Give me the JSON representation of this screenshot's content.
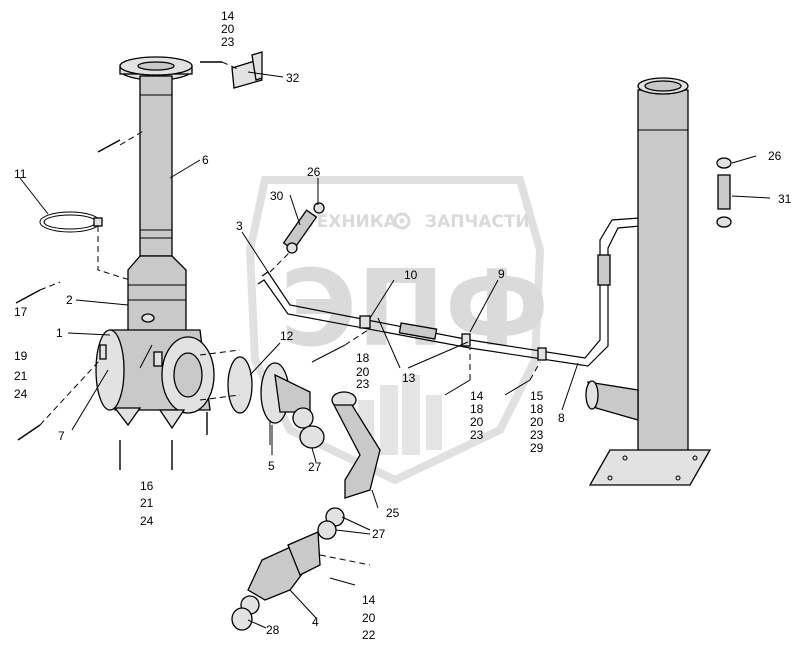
{
  "watermark": {
    "top_text": "ТЕХНИКА",
    "top_text_2": "ЗАПЧАСТИ",
    "logo_text": "ЭПФ",
    "gear_icon": "gear-icon"
  },
  "labels": {
    "l1": "1",
    "l2": "2",
    "l3": "3",
    "l4": "4",
    "l5": "5",
    "l6": "6",
    "l7": "7",
    "l8": "8",
    "l9": "9",
    "l10": "10",
    "l11": "11",
    "l12": "12",
    "l13": "13",
    "l26a": "26",
    "l26b": "26",
    "l30": "30",
    "l31": "31",
    "l32": "32",
    "l25": "25",
    "l27a": "27",
    "l27b": "27",
    "l28": "28",
    "top_group": [
      "14",
      "20",
      "23"
    ],
    "left_group": [
      "17",
      "19",
      "21",
      "24"
    ],
    "bottom_left_group": [
      "16",
      "21",
      "24"
    ],
    "mid_group": [
      "18",
      "20",
      "23"
    ],
    "right_group_1": [
      "14",
      "18",
      "20",
      "23"
    ],
    "right_group_2": [
      "15",
      "18",
      "20",
      "23",
      "29"
    ],
    "bottom_group": [
      "14",
      "20",
      "22"
    ]
  }
}
